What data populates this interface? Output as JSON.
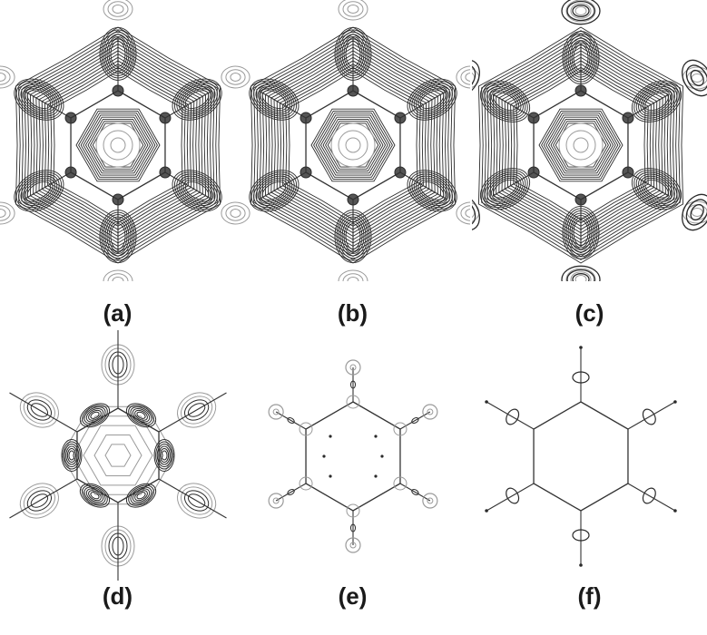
{
  "figure": {
    "panels": [
      {
        "id": "a",
        "label": "(a)",
        "kind": "dense-contour"
      },
      {
        "id": "b",
        "label": "(b)",
        "kind": "dense-contour"
      },
      {
        "id": "c",
        "label": "(c)",
        "kind": "dense-contour-outer-lobes"
      },
      {
        "id": "d",
        "label": "(d)",
        "kind": "difference-density"
      },
      {
        "id": "e",
        "label": "(e)",
        "kind": "sparse-skeleton-circles"
      },
      {
        "id": "f",
        "label": "(f)",
        "kind": "sparse-skeleton-lobes"
      }
    ]
  },
  "colors": {
    "dark_contour": "#2a2a2a",
    "light_contour": "#9a9a9a",
    "bond_line": "#333333",
    "background": "#ffffff"
  }
}
